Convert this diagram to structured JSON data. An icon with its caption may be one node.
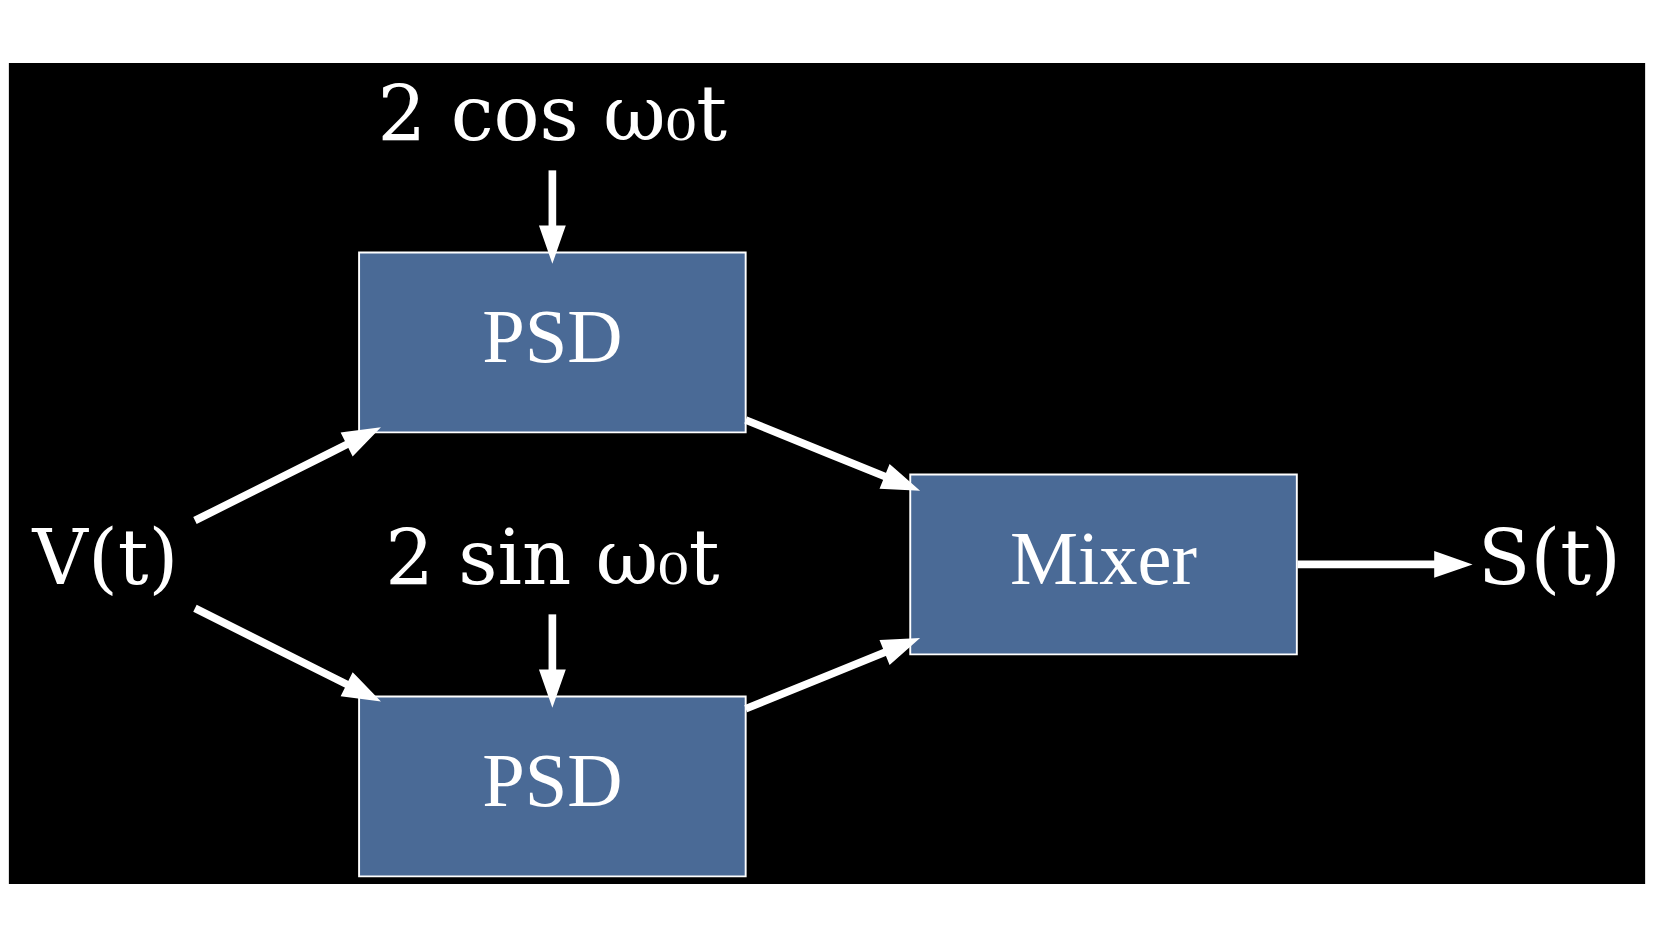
{
  "diagram": {
    "nodes": [
      {
        "text": [
          "2 cos ω₀t"
        ]
      },
      {
        "text": [
          "V(t)"
        ]
      },
      {
        "text": [
          "PSD"
        ]
      },
      {
        "text": [
          "Mixer"
        ]
      },
      {
        "text": [
          "S(t)"
        ]
      },
      {
        "text": [
          "PSD"
        ]
      },
      {
        "text": [
          "2 sin ω₀t"
        ]
      }
    ],
    "edges": [
      {
        "from": 0,
        "to": 2,
        "arrow": "to"
      },
      {
        "from": 1,
        "to": 2,
        "arrow": "to"
      },
      {
        "from": 1,
        "to": 5,
        "arrow": "to"
      },
      {
        "from": 2,
        "to": 3,
        "arrow": "to"
      },
      {
        "from": 5,
        "to": 3,
        "arrow": "to"
      },
      {
        "from": 3,
        "to": 4,
        "arrow": "to"
      },
      {
        "from": 6,
        "to": 5,
        "arrow": "to"
      }
    ]
  }
}
